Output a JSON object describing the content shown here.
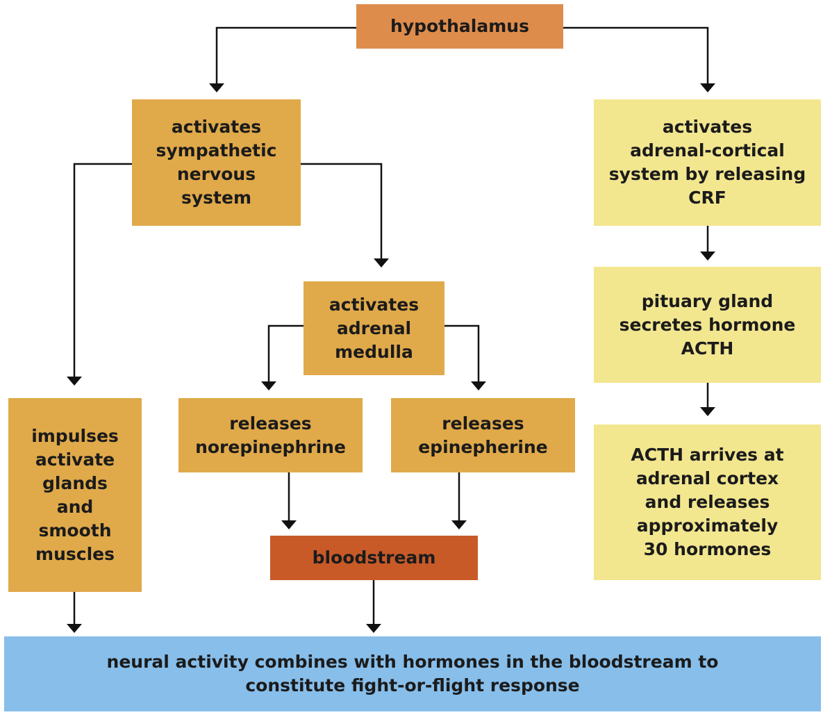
{
  "nodes": {
    "hypothalamus": [
      "hypothalamus"
    ],
    "sympathetic": [
      "activates",
      "sympathetic",
      "nervous",
      "system"
    ],
    "adrenal_cortical": [
      "activates",
      "adrenal-cortical",
      "system by releasing",
      "CRF"
    ],
    "adrenal_medulla": [
      "activates",
      "adrenal",
      "medulla"
    ],
    "pituitary": [
      "pituary gland",
      "secretes hormone",
      "ACTH"
    ],
    "impulses": [
      "impulses",
      "activate",
      "glands",
      "and",
      "smooth",
      "muscles"
    ],
    "norepinephrine": [
      "releases",
      "norepinephrine"
    ],
    "epinephrine": [
      "releases",
      "epinepherine"
    ],
    "acth_arrives": [
      "ACTH arrives at",
      "adrenal cortex",
      "and releases",
      "approximately",
      "30 hormones"
    ],
    "bloodstream": [
      "bloodstream"
    ],
    "response": [
      "neural activity combines with hormones in the bloodstream to",
      "constitute fight-or-flight response"
    ]
  },
  "edges": [
    [
      "hypothalamus",
      "sympathetic"
    ],
    [
      "hypothalamus",
      "adrenal_cortical"
    ],
    [
      "sympathetic",
      "impulses"
    ],
    [
      "sympathetic",
      "adrenal_medulla"
    ],
    [
      "adrenal_medulla",
      "norepinephrine"
    ],
    [
      "adrenal_medulla",
      "epinephrine"
    ],
    [
      "adrenal_cortical",
      "pituitary"
    ],
    [
      "pituitary",
      "acth_arrives"
    ],
    [
      "norepinephrine",
      "bloodstream"
    ],
    [
      "epinephrine",
      "bloodstream"
    ],
    [
      "impulses",
      "response"
    ],
    [
      "bloodstream",
      "response"
    ]
  ],
  "colors": {
    "hypothalamus": "#DE8C4C",
    "sympathetic_branch": "#E0A94A",
    "cortical_branch": "#F2E68F",
    "bloodstream": "#C85A28",
    "response": "#87BEEA"
  }
}
